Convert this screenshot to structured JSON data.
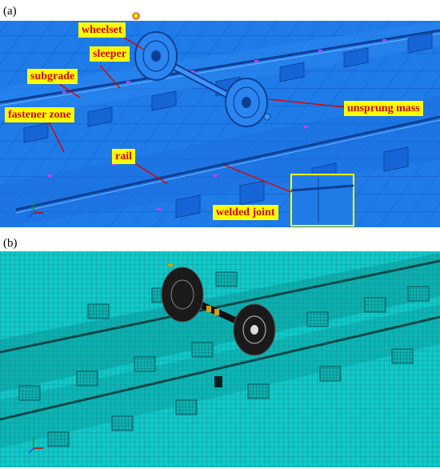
{
  "panels": {
    "a": {
      "label": "(a)",
      "callouts": {
        "wheelset": "wheelset",
        "sleeper": "sleeper",
        "subgrade": "subgrade",
        "fastener_zone": "fastener zone",
        "unsprung_mass": "unsprung mass",
        "rail": "rail",
        "welded_joint": "welded joint"
      }
    },
    "b": {
      "label": "(b)"
    }
  },
  "colors": {
    "model_blue": "#1e7be8",
    "model_blue_dark": "#0b3f93",
    "mesh_cyan": "#12c8c8",
    "mesh_dark": "#064848",
    "callout_bg": "#ffff00",
    "callout_text": "#d40000",
    "leader_red": "#e00000",
    "inset_yellow": "#ffff00"
  }
}
